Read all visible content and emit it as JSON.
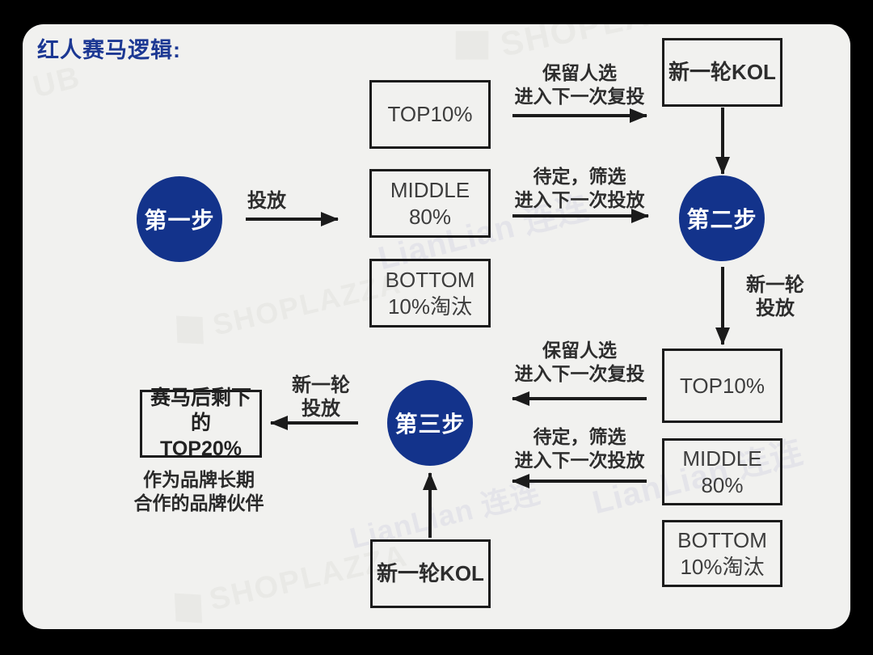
{
  "title": "红人赛马逻辑:",
  "colors": {
    "navy_circle": "#13338b",
    "title_blue": "#1c3893",
    "ink": "#2d2d2d",
    "box_border": "#1b1b1b",
    "canvas_bg": "#f1f1ef",
    "frame_bg": "#000000",
    "watermark_gray": "#e9e9e6"
  },
  "steps": {
    "one": "第一步",
    "two": "第二步",
    "three": "第三步"
  },
  "boxes": {
    "tier1_top": "TOP10%",
    "tier1_mid": [
      "MIDDLE",
      "80%"
    ],
    "tier1_bottom": [
      "BOTTOM",
      "10%淘汰"
    ],
    "kol_top": "新一轮KOL",
    "tier2_top": "TOP10%",
    "tier2_mid": [
      "MIDDLE",
      "80%"
    ],
    "tier2_bottom": [
      "BOTTOM",
      "10%淘汰"
    ],
    "result": [
      "赛马后剩下的",
      "TOP20%"
    ],
    "kol_bottom": "新一轮KOL"
  },
  "arrow_labels": {
    "deploy": "投放",
    "keep_top": [
      "保留人选",
      "进入下一次复投"
    ],
    "screen_top": [
      "待定，筛选",
      "进入下一次投放"
    ],
    "new_round_right": [
      "新一轮",
      "投放"
    ],
    "keep_bottom": [
      "保留人选",
      "进入下一次复投"
    ],
    "screen_bottom": [
      "待定，筛选",
      "进入下一次投放"
    ],
    "new_round_left": [
      "新一轮",
      "投放"
    ]
  },
  "caption": [
    "作为品牌长期",
    "合作的品牌伙伴"
  ],
  "watermarks": {
    "shoplazza": "SHOPLAZZA",
    "ub": "UB",
    "lianlian": "LianLian 连连"
  }
}
